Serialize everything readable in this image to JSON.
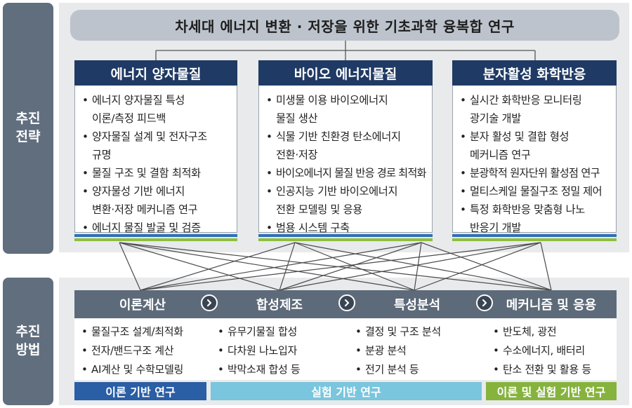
{
  "sections": {
    "strategy_label": "추진\n전략",
    "method_label": "추진\n방법"
  },
  "banner": "차세대 에너지 변환 · 저장을 위한 기초과학 융복합 연구",
  "strategies": [
    {
      "title": "에너지 양자물질",
      "items": [
        "에너지 양자물질 특성\n이론/측정 피드백",
        "양자물질 설계 및 전자구조\n규명",
        "물질 구조 및 결함 최적화",
        "양자물성 기반 에너지\n변환·저장 메커니즘 연구",
        "에너지 물질 발굴 및 검증"
      ]
    },
    {
      "title": "바이오 에너지물질",
      "items": [
        "미생물 이용 바이오에너지\n물질 생산",
        "식물 기반 친환경 탄소에너지\n전환·저장",
        "바이오에너지 물질 반응 경로 최적화",
        "인공지능 기반 바이오에너지\n전환 모델링 및 응용",
        "범용 시스템 구축"
      ]
    },
    {
      "title": "분자활성 화학반응",
      "items": [
        "실시간 화학반응 모니터링\n광기술 개발",
        "분자 활성 및 결합 형성\n메커니즘 연구",
        "분광학적 원자단위 활성점 연구",
        "멀티스케일 물질구조 정밀 제어",
        "특정 화학반응 맞춤형 나노\n반응기 개발"
      ]
    }
  ],
  "methods": [
    {
      "title": "이론계산",
      "items": [
        "물질구조 설계/최적화",
        "전자/밴드구조 계산",
        "AI계산 및 수학모델링"
      ]
    },
    {
      "title": "합성제조",
      "items": [
        "유무기물질 합성",
        "다차원 나노입자",
        "박막소재 합성 등"
      ]
    },
    {
      "title": "특성분석",
      "items": [
        "결정 및 구조 분석",
        "분광 분석",
        "전기 분석 등"
      ]
    },
    {
      "title": "메커니즘 및 응용",
      "items": [
        "반도체, 광전",
        "수소에너지, 배터리",
        "탄소 전환 및 활용 등"
      ]
    }
  ],
  "bottom_bars": {
    "theory": "이론 기반 연구",
    "experiment": "실험 기반 연구",
    "combined": "이론 및 실험 기반 연구"
  },
  "colors": {
    "navy_header": "#1f3a64",
    "method_header": "#5d6a79",
    "side_label": "#616e7e",
    "bar_theory": "#2a5ea5",
    "bar_experiment": "#79c6de",
    "bar_combined": "#86b33e",
    "stripe_green": "#8cbf3f"
  },
  "icons": {
    "method_arrow": "chevron-right-icon"
  }
}
